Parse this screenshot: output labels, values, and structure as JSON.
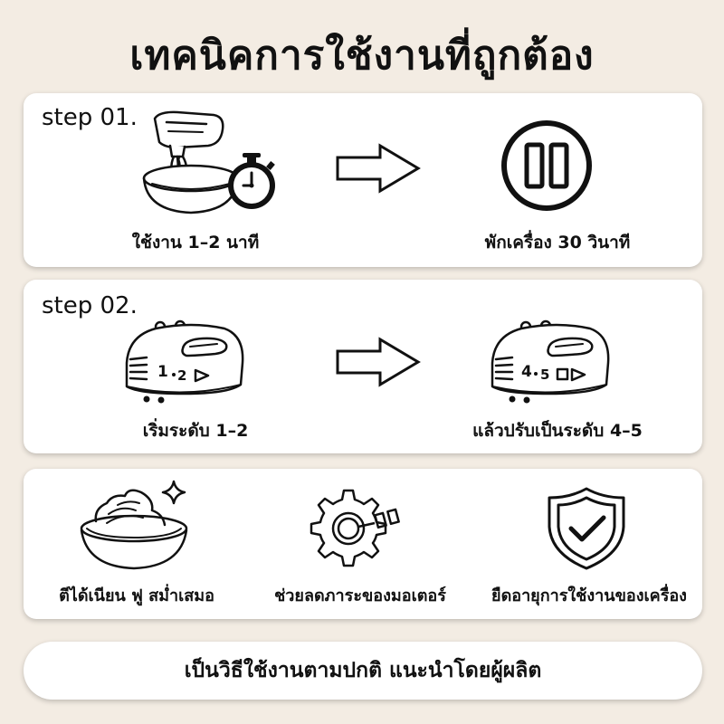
{
  "title": "เทคนิคการใช้งานที่ถูกต้อง",
  "step1": {
    "label": "step 01.",
    "left_caption": "ใช้งาน 1–2 นาที",
    "right_caption": "พักเครื่อง 30 วินาที",
    "icons": [
      "hand-mixer-bowl-icon",
      "stopwatch-icon",
      "arrow-right-icon",
      "pause-icon"
    ]
  },
  "step2": {
    "label": "step 02.",
    "left_caption": "เริ่มระดับ 1–2",
    "right_caption": "แล้วปรับเป็นระดับ 4–5",
    "left_speed_a": "1",
    "left_speed_b": "2",
    "right_speed_a": "4",
    "right_speed_b": "5",
    "icons": [
      "mixer-body-icon",
      "arrow-right-icon",
      "mixer-body-icon"
    ]
  },
  "features": [
    {
      "icon": "whipped-cream-bowl-icon",
      "label": "ตีได้เนียน ฟู สม่ำเสมอ"
    },
    {
      "icon": "gear-motor-icon",
      "label": "ช่วยลดภาระของมอเตอร์"
    },
    {
      "icon": "shield-check-icon",
      "label": "ยืดอายุการใช้งานของเครื่อง"
    }
  ],
  "footer": "เป็นวิธีใช้งานตามปกติ แนะนำโดยผู้ผลิต"
}
